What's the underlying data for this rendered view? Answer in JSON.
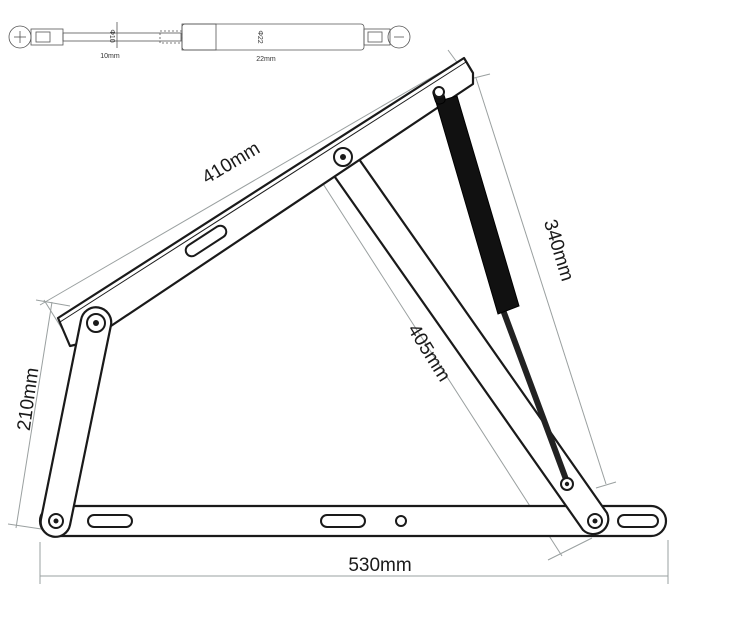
{
  "dimensions": {
    "top_arm": "410mm",
    "gas_strut": "340mm",
    "diagonal_arm": "405mm",
    "short_arm": "210mm",
    "base_arm": "530mm"
  },
  "strut_detail": {
    "rod_width": "10mm",
    "body_width": "22mm",
    "rod_marker": "Φ10",
    "body_marker": "Φ22"
  }
}
